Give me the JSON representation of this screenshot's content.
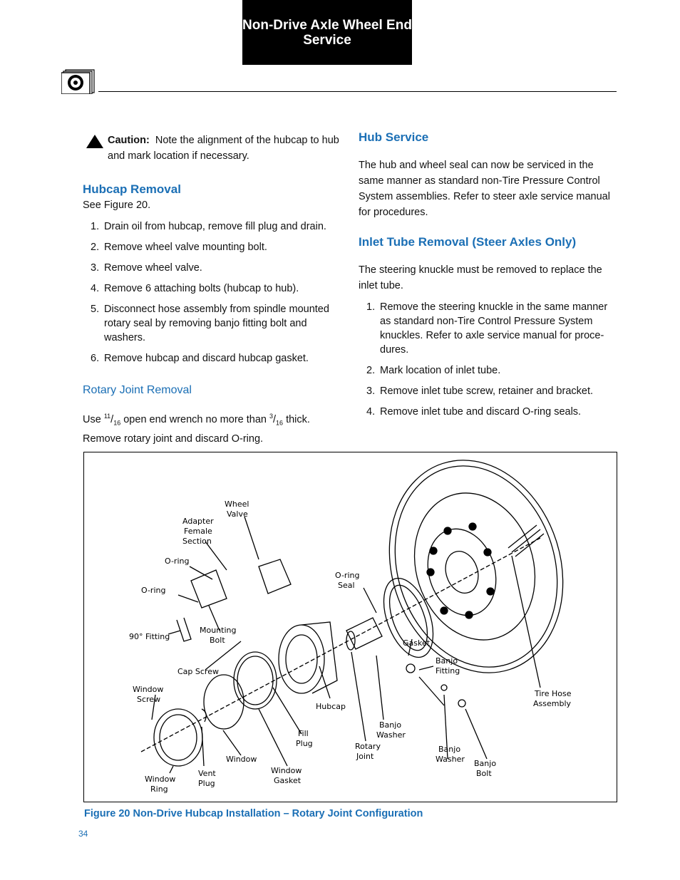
{
  "header": {
    "title_line1": "Non-Drive Axle Wheel End",
    "title_line2": "Service"
  },
  "left": {
    "caution_label": "Caution:",
    "caution_text": "Note the alignment of the hubcap to hub and mark location if necessary.",
    "hubcap_heading": "Hubcap Removal",
    "hubcap_see": "See Figure 20.",
    "hubcap_steps": [
      "Drain oil from hubcap, remove fill plug and drain.",
      "Remove wheel valve mounting bolt.",
      "Remove wheel valve.",
      "Remove 6 attaching bolts (hubcap to hub).",
      "Disconnect hose assembly from spindle mounted rotary seal by removing banjo fitting bolt and washers.",
      "Remove hubcap and discard hubcap gasket."
    ],
    "rotary_heading": "Rotary Joint Removal",
    "rotary_text_a": "Use ",
    "rotary_frac1_num": "11",
    "rotary_frac1_den": "16",
    "rotary_text_b": " open end wrench no more than ",
    "rotary_frac2_num": "3",
    "rotary_frac2_den": "16",
    "rotary_text_c": " thick. Remove rotary joint and discard O-ring."
  },
  "right": {
    "hub_heading": "Hub Service",
    "hub_text": "The hub and wheel seal can now be serviced in the same manner as standard non-Tire Pressure Control System assemblies. Refer to steer axle service manual for procedures.",
    "inlet_heading": "Inlet Tube Removal (Steer Axles Only)",
    "inlet_text": "The steering knuckle must be removed to replace the inlet tube.",
    "inlet_steps": [
      "Remove the steering knuckle in the same manner as standard non-Tire Control Pressure System knuckles. Refer to axle service manual for proce-dures.",
      "Mark location of inlet tube.",
      "Remove inlet tube screw, retainer and bracket.",
      "Remove inlet tube and discard O-ring seals."
    ]
  },
  "figure": {
    "labels": {
      "wheel_valve": [
        "Wheel",
        "Valve"
      ],
      "adapter": [
        "Adapter",
        "Female",
        "Section"
      ],
      "oring1": [
        "O-ring"
      ],
      "oring2": [
        "O-ring"
      ],
      "oring_seal": [
        "O-ring",
        "Seal"
      ],
      "fitting90": [
        "90° Fitting"
      ],
      "mounting_bolt": [
        "Mounting",
        "Bolt"
      ],
      "cap_screw": [
        "Cap Screw"
      ],
      "window_screw": [
        "Window",
        "Screw"
      ],
      "gasket": [
        "Gasket"
      ],
      "banjo_fitting": [
        "Banjo",
        "Fitting"
      ],
      "tire_hose": [
        "Tire Hose",
        "Assembly"
      ],
      "hubcap": [
        "Hubcap"
      ],
      "banjo_washer1": [
        "Banjo",
        "Washer"
      ],
      "rotary_joint": [
        "Rotary",
        "Joint"
      ],
      "fill_plug": [
        "Fill",
        "Plug"
      ],
      "window": [
        "Window"
      ],
      "window_gasket": [
        "Window",
        "Gasket"
      ],
      "vent_plug": [
        "Vent",
        "Plug"
      ],
      "window_ring": [
        "Window",
        "Ring"
      ],
      "banjo_washer2": [
        "Banjo",
        "Washer"
      ],
      "banjo_bolt": [
        "Banjo",
        "Bolt"
      ]
    }
  },
  "caption": "Figure 20 Non-Drive Hubcap Installation – Rotary Joint Configuration",
  "page_number": "34"
}
